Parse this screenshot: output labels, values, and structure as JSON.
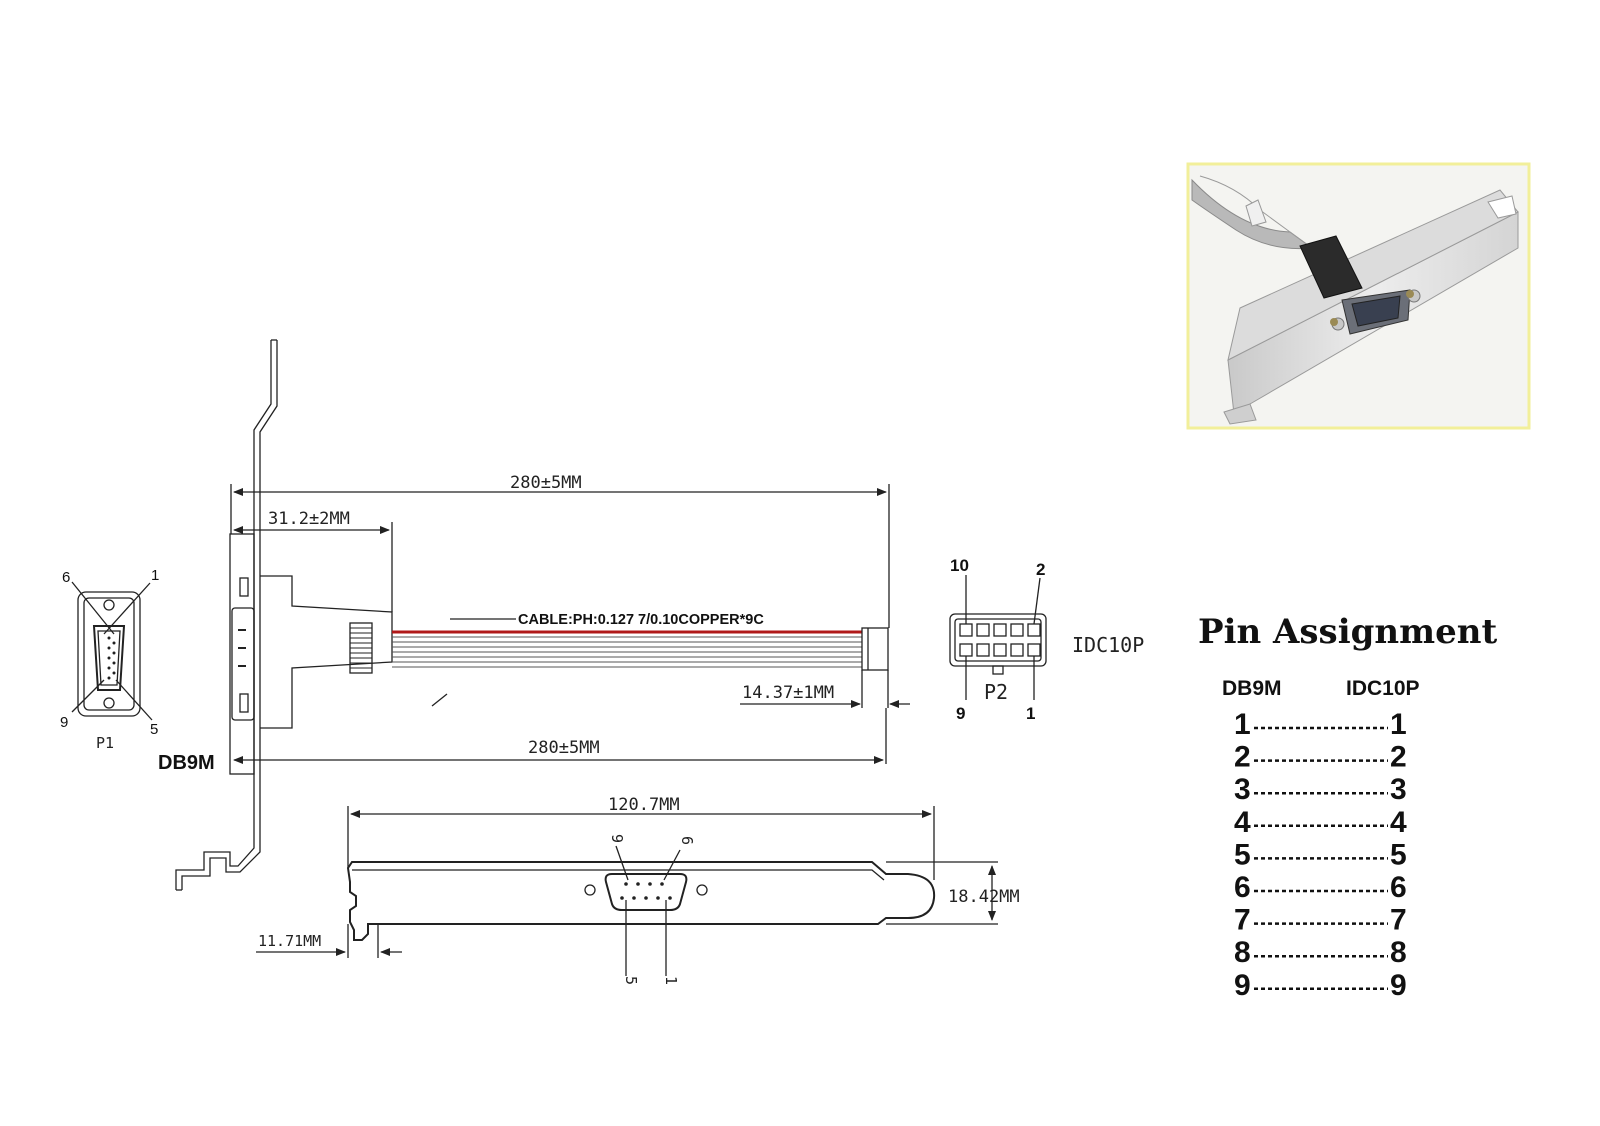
{
  "dimensions": {
    "total_length_top": "280±5MM",
    "total_length_bottom": "280±5MM",
    "bracket_offset": "31.2±2MM",
    "idc_length": "14.37±1MM",
    "bracket_width": "120.7MM",
    "bracket_height": "18.42MM",
    "bracket_tab": "11.71MM"
  },
  "cable_spec": "CABLE:PH:0.127  7/0.10COPPER*9C",
  "p1": {
    "label": "P1",
    "connector": "DB9M",
    "pin_top_left": "6",
    "pin_top_right": "1",
    "pin_bottom_left": "9",
    "pin_bottom_right": "5"
  },
  "p2": {
    "label": "P2",
    "connector": "IDC10P",
    "pin_top_left": "10",
    "pin_top_right": "2",
    "pin_bottom_left": "9",
    "pin_bottom_right": "1"
  },
  "bracket_pins": {
    "top_left": "9",
    "top_right": "6",
    "bottom_left": "5",
    "bottom_right": "1"
  },
  "pin_assignment": {
    "title": "Pin Assignment",
    "col_left": "DB9M",
    "col_right": "IDC10P",
    "rows": [
      {
        "left": "1",
        "right": "1"
      },
      {
        "left": "2",
        "right": "2"
      },
      {
        "left": "3",
        "right": "3"
      },
      {
        "left": "4",
        "right": "4"
      },
      {
        "left": "5",
        "right": "5"
      },
      {
        "left": "6",
        "right": "6"
      },
      {
        "left": "7",
        "right": "7"
      },
      {
        "left": "8",
        "right": "8"
      },
      {
        "left": "9",
        "right": "9"
      }
    ]
  },
  "colors": {
    "cable_red": "#b01818",
    "photo_border": "#f2ef9a",
    "photo_bg": "#f4f4f1"
  }
}
